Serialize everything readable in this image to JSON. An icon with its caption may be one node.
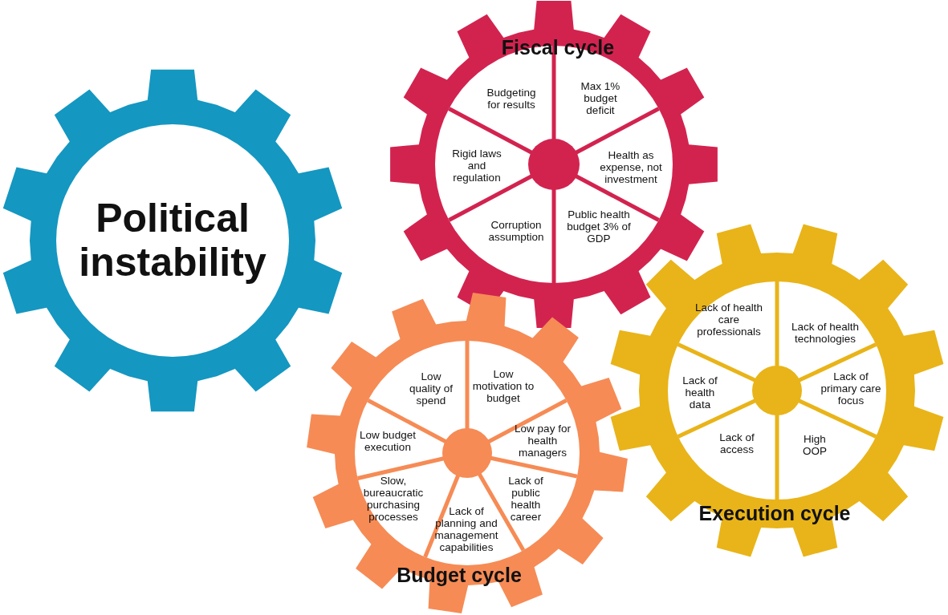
{
  "diagram": {
    "nodes": [
      {
        "text": [
          "Political instability"
        ]
      },
      {
        "text": [
          "Fiscal cycle"
        ]
      },
      {
        "text": [
          "Budgeting for results"
        ],
        "in": 1
      },
      {
        "text": [
          "Max 1% budget deficit"
        ],
        "in": 1
      },
      {
        "text": [
          "Rigid laws and regulation"
        ],
        "in": 1
      },
      {
        "text": [
          "Health as expense, not investment"
        ],
        "in": 1
      },
      {
        "text": [
          "Corruption assumption"
        ],
        "in": 1
      },
      {
        "text": [
          "Public health budget 3% of GDP"
        ],
        "in": 1
      },
      {
        "text": [
          "Budget cycle"
        ]
      },
      {
        "text": [
          "Low quality of spend"
        ],
        "in": 8
      },
      {
        "text": [
          "Low motivation to budget"
        ],
        "in": 8
      },
      {
        "text": [
          "Low budget execution"
        ],
        "in": 8
      },
      {
        "text": [
          "Low pay for health managers"
        ],
        "in": 8
      },
      {
        "text": [
          "Slow, bureaucratic purchasing processes"
        ],
        "in": 8
      },
      {
        "text": [
          "Lack of planning and management capabilities"
        ],
        "in": 8
      },
      {
        "text": [
          "Lack of public health career"
        ],
        "in": 8
      },
      {
        "text": [
          "Execution cycle"
        ]
      },
      {
        "text": [
          "Lack of health care professionals"
        ],
        "in": 16
      },
      {
        "text": [
          "Lack of health technologies"
        ],
        "in": 16
      },
      {
        "text": [
          "Lack of health data"
        ],
        "in": 16
      },
      {
        "text": [
          "Lack of primary care focus"
        ],
        "in": 16
      },
      {
        "text": [
          "Lack of access"
        ],
        "in": 16
      },
      {
        "text": [
          "High OOP"
        ],
        "in": 16
      }
    ]
  }
}
